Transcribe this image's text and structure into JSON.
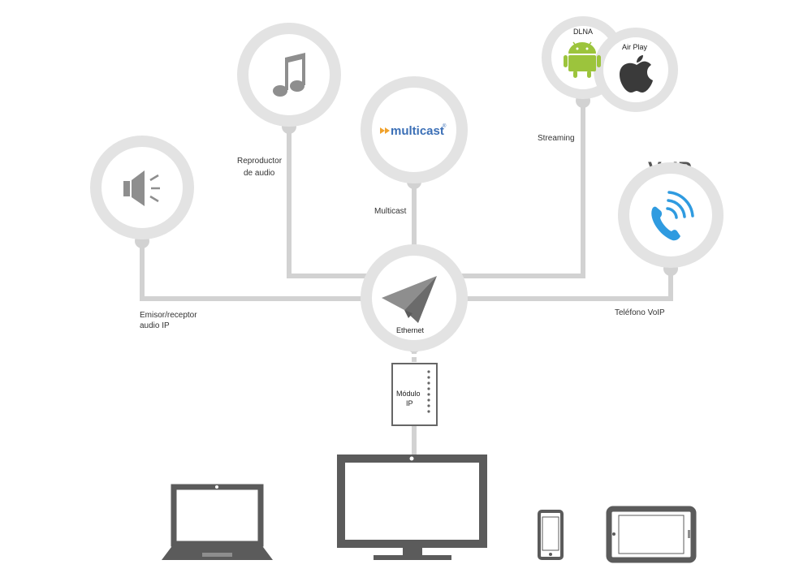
{
  "nodes": {
    "emisor": {
      "label_line1": "Emisor/receptor",
      "label_line2": "audio IP",
      "icon": "speaker-icon"
    },
    "reproductor": {
      "label_line1": "Reproductor",
      "label_line2": "de audio",
      "icon": "music-note-icon"
    },
    "multicast": {
      "label": "Multicast",
      "logo_text": "multicast",
      "logo_mark": "®",
      "icon": "multicast-logo"
    },
    "streaming": {
      "label": "Streaming",
      "dlna_label": "DLNA",
      "airplay_label": "Air Play",
      "icons": [
        "android-icon",
        "apple-icon"
      ]
    },
    "voip": {
      "title": "VoIP",
      "label": "Teléfono VoIP",
      "icon": "phone-icon"
    },
    "hub": {
      "label": "Ethernet",
      "icon": "paper-plane-icon"
    },
    "module": {
      "label_line1": "Módulo",
      "label_line2": "IP"
    }
  },
  "devices": [
    "laptop-icon",
    "monitor-icon",
    "smartphone-icon",
    "tablet-icon"
  ],
  "colors": {
    "ring": "#e3e3e3",
    "line": "#d2d2d2",
    "icon_gray": "#8e8e8e",
    "device_dark": "#5b5b5b",
    "android_green": "#9cc43c",
    "phone_blue": "#2f9be0",
    "multicast_blue": "#3b6fb6",
    "multicast_orange": "#f0a12b"
  }
}
